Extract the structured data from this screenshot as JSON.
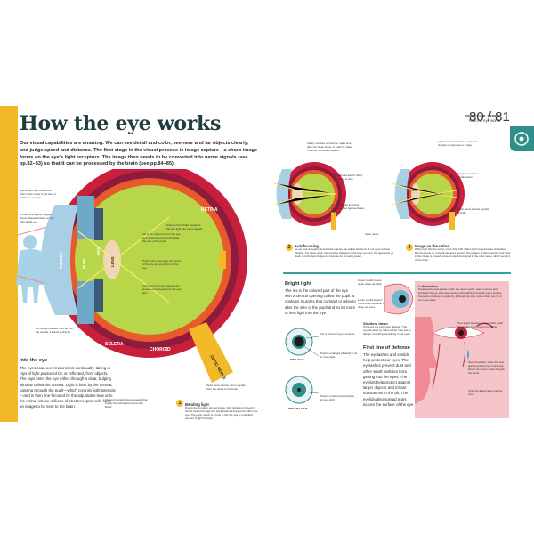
{
  "left_page": {
    "title": "How the eye works",
    "intro": "Our visual capabilities are amazing. We can see detail and color, see near and far objects clearly, and judge speed and distance. The first stage in the visual process is image capture—a sharp image forms on the eye's light receptors. The image then needs to be converted into nerve signals (see pp.82–83) so that it can be processed by the brain (see pp.84–85).",
    "labels": {
      "retina": "RETINA",
      "sclera": "SCLERA",
      "choroid": "CHOROID",
      "optic_nerve": "OPTIC NERVE",
      "cornea": "CORNEA",
      "pupil": "PUPIL",
      "iris": "IRIS",
      "lens": "LENS"
    },
    "callouts": {
      "eye_socket": "Eye socket, also called the orbit, is the cavity in the skull in which the eye sits",
      "cornea_note": "Cornea is a slightly bulged dome-shaped window on the front of the eye",
      "iris_note": "Iris is the colored part of the eye and contains muscles that alter the size of the pupil",
      "pupil_note": "Pupil is the opening in the center of the iris and lets light into the eye",
      "retina_note": "Retina is full of light receptors that turn light into nerve signals",
      "light_note": "Light rays from the object being viewed are focused onto the eye's lens",
      "light_passes": "As the light passes from air into the cornea, it bends (refracts)",
      "choroid_note": "Choroid contains blood vessels that supply the retina and sclera with blood",
      "optic_nerve_note": "Optic nerve carries nerve signals from the retina to the brain"
    },
    "into_eye": {
      "heading": "Into the eye",
      "body": "The eyes scan our environment continually, taking in rays of light produced by, or reflected, from objects. The rays enter the eye either through a clear, bulging window called the cornea. Light is bent by the cornea, passing through the pupil—which controls light intensity—and is then fine-focused by the adjustable lens onto the retina, whose millions of photoreceptor cells form an image to be sent to the brain."
    },
    "step1": {
      "num": "1",
      "heading": "Bending light",
      "body": "Due to the cornea's domed shape, light refracting through it bends inward through the pupil toward a focal point within the eye. The pupil, which is a hole in the iris, lets a controlled amount of light through."
    }
  },
  "right_page": {
    "header_section": "SENSITIVE TYPES",
    "header_sub": "How the eye works",
    "page_numbers": "80 / 81",
    "ciliary_note": "Ciliary muscles contract to make lens fatter for close focus, or relax to make it thinner for distant objects",
    "ligament_note": "Ligaments attach ciliary muscles to lens",
    "lens_note": "Lens is elastic and gets rounder when ligaments are slack",
    "optic_label": "Optic nerve",
    "light_sensors_note": "Light sensors in retina send nerve signals in response to image",
    "image_note": "Image on retina is upside down",
    "rounded_lens": "Lens",
    "optic_signal_note": "Optic nerve carries signals to brain",
    "step2": {
      "num": "2",
      "heading": "Autofocusing",
      "body": "As we look at nearby and distant objects, we adjust the focus of our eyes without thinking. For close work, the muscles that pull on the lens contract, the ligaments go slack, and the lens bulges to increase its focusing power."
    },
    "step3": {
      "num": "3",
      "heading": "Image on the retina",
      "body": "When light hits the retina, more than 100 million light receptors are stimulated, like the pixels on a digital camera's sensor. The pattern of light intensity and color in the image is preserved as an electrical signal in the optic nerve, which sends it to the brain."
    },
    "bright_light": {
      "heading": "Bright light",
      "body": "The iris is the colored part of the eye with a central opening called the pupil. It contains muscles that contract or relax to alter the size of the pupil and so let more or less light into the eye.",
      "iris_caption": "Iris is colored ring of muscles",
      "pupil_caption_dim": "Pupil is enlarged (dilated) to let in more light",
      "pupil_caption_bright": "Pupil is small (constricted) to let less light",
      "dim_label": "DIM LIGHT",
      "bright_label": "BRIGHT LIGHT"
    },
    "defense": {
      "heading": "First line of defense",
      "body": "The eyelashes and eyelids help protect our eyes. The eyelashes prevent dust and other small particles from getting into the eyes. The eyelids help protect against larger objects and irritant substances in the air. The eyelids also spread tears across the surface of the eye.",
      "upper_eyelid": "Upper eyelid moves down when we blink",
      "lower_eyelid": "Lower eyelid doesn't move when we blink or close our eyes",
      "shutters": "Shutters down",
      "shutters_body": "Our eyes are extremely delicate. The eyelids close by reflex action if we are in danger of getting something in our eyes."
    },
    "lubrication": {
      "heading": "Lubrication",
      "body": "Produced by tear glands under the upper eyelid, tears moisten and lubricate the eye and wash away small particles from the eye's surface. Tears are produced constantly, although we only notice when we cry or our eyes water.",
      "gland_note": "Tear gland produces tears which wash across the eye through tiny ducts",
      "drain_note": "Tear drops form when the tear glands produce too much tear fluid to flow from away through the ducts",
      "channel_note": "Channel drains tears into the nose"
    }
  },
  "colors": {
    "yellow": "#f2b827",
    "sclera_red": "#c8203c",
    "choroid_maroon": "#8e1b3e",
    "retina_orange": "#e85a2c",
    "vitreous_green": "#b7d64a",
    "cornea_blue": "#a8cfe3",
    "teal": "#2f8f8a",
    "pink": "#f5c4c8"
  }
}
